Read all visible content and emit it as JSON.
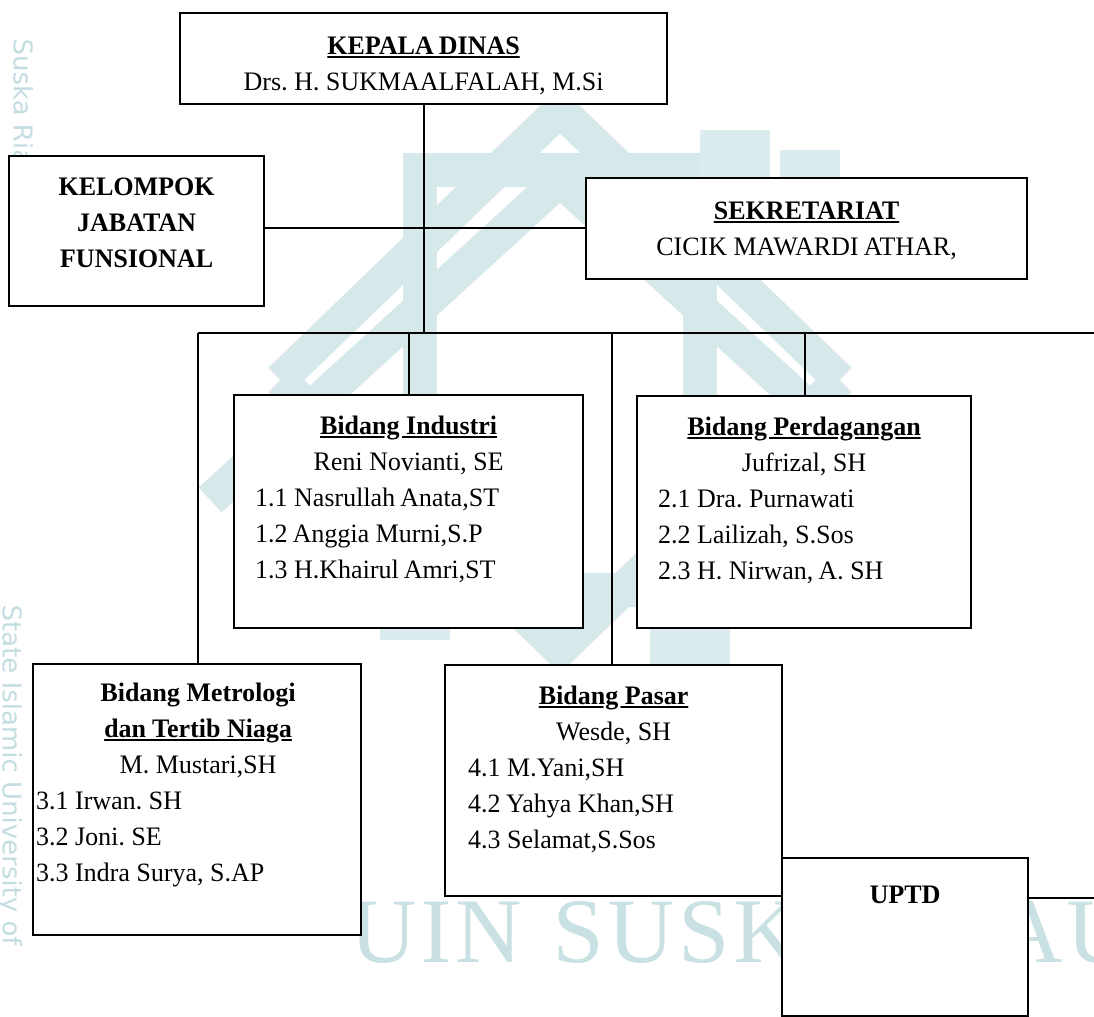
{
  "head": {
    "title": "KEPALA DINAS",
    "name": "Drs. H. SUKMAALFALAH, M.Si"
  },
  "functional_group": {
    "line1": "KELOMPOK",
    "line2": "JABATAN",
    "line3": "FUNSIONAL"
  },
  "secretariat": {
    "title": "SEKRETARIAT",
    "name": "CICIK MAWARDI ATHAR,"
  },
  "industri": {
    "title": "Bidang Industri",
    "head": "Reni Novianti, SE",
    "members": [
      "1.1 Nasrullah Anata,ST",
      "1.2 Anggia Murni,S.P",
      "1.3 H.Khairul Amri,ST"
    ]
  },
  "perdagangan": {
    "title": "Bidang Perdagangan",
    "head": "Jufrizal, SH",
    "members": [
      "2.1 Dra. Purnawati",
      "2.2 Lailizah, S.Sos",
      "2.3 H. Nirwan, A. SH"
    ]
  },
  "metrologi": {
    "title_line1": "Bidang Metrologi",
    "title_line2": "dan Tertib Niaga",
    "head": "M. Mustari,SH",
    "members": [
      "3.1 Irwan. SH",
      "3.2 Joni. SE",
      "3.3 Indra Surya, S.AP"
    ]
  },
  "pasar": {
    "title": "Bidang Pasar",
    "head": "Wesde, SH",
    "members": [
      "4.1 M.Yani,SH",
      "4.2 Yahya Khan,SH",
      "4.3 Selamat,S.Sos"
    ]
  },
  "uptd": {
    "title": "UPTD"
  },
  "watermark": {
    "bottom_text": "UIN SUSKA RIAU",
    "side_top": "Suska Riau",
    "side_bottom": "State Islamic University of",
    "color": "#c3dde0"
  }
}
